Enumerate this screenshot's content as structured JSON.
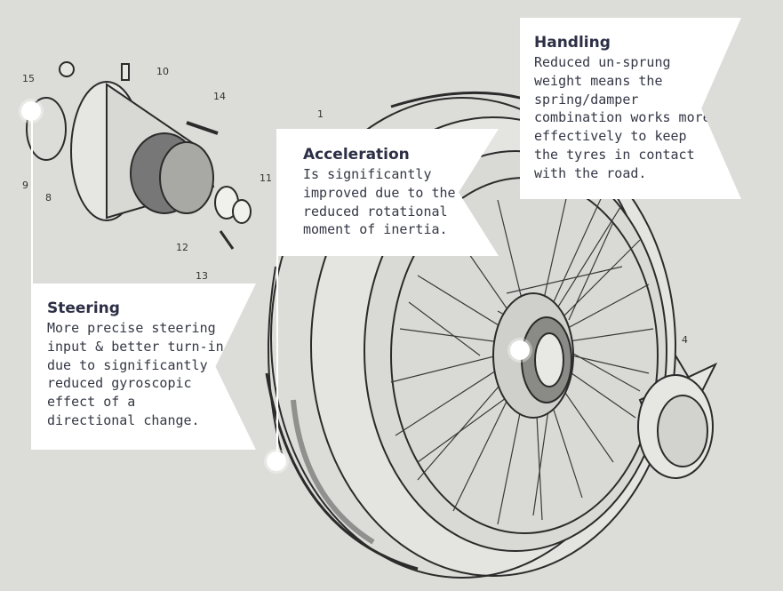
{
  "callouts": {
    "handling": {
      "title": "Handling",
      "body": "Reduced un-sprung weight means the spring/damper combination works more effectively to keep the tyres in contact with the road."
    },
    "acceleration": {
      "title": "Acceleration",
      "body": "Is significantly improved due to the reduced rotational moment of inertia."
    },
    "steering": {
      "title": "Steering",
      "body": "More precise steering input & better turn-in due to significantly reduced gyroscopic effect of a directional change."
    }
  },
  "part_numbers": {
    "p1": "1",
    "p4": "4",
    "p8": "8",
    "p9": "9",
    "p10": "10",
    "p11": "11",
    "p12": "12",
    "p13": "13",
    "p14": "14",
    "p15": "15"
  },
  "colors": {
    "background": "#dcdcd8",
    "callout": "#ffffff",
    "ink": "#2c2f45"
  }
}
